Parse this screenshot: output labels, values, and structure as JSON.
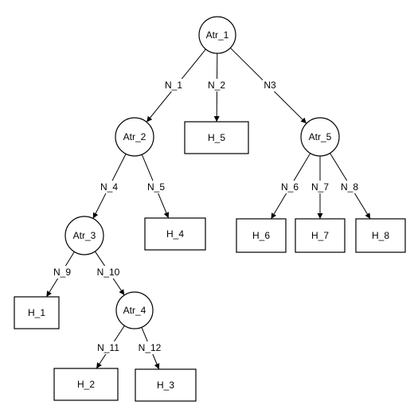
{
  "diagram": {
    "nodes": [
      {
        "id": "atr1",
        "label": "Atr_1",
        "shape": "circle"
      },
      {
        "id": "atr2",
        "label": "Atr_2",
        "shape": "circle"
      },
      {
        "id": "h5",
        "label": "H_5",
        "shape": "rect"
      },
      {
        "id": "atr5",
        "label": "Atr_5",
        "shape": "circle"
      },
      {
        "id": "atr3",
        "label": "Atr_3",
        "shape": "circle"
      },
      {
        "id": "h4",
        "label": "H_4",
        "shape": "rect"
      },
      {
        "id": "h6",
        "label": "H_6",
        "shape": "rect"
      },
      {
        "id": "h7",
        "label": "H_7",
        "shape": "rect"
      },
      {
        "id": "h8",
        "label": "H_8",
        "shape": "rect"
      },
      {
        "id": "h1",
        "label": "H_1",
        "shape": "rect"
      },
      {
        "id": "atr4",
        "label": "Atr_4",
        "shape": "circle"
      },
      {
        "id": "h2",
        "label": "H_2",
        "shape": "rect"
      },
      {
        "id": "h3",
        "label": "H_3",
        "shape": "rect"
      }
    ],
    "edges": [
      {
        "id": "e1",
        "from": "atr1",
        "to": "atr2",
        "label": "N_1"
      },
      {
        "id": "e2",
        "from": "atr1",
        "to": "h5",
        "label": "N_2"
      },
      {
        "id": "e3",
        "from": "atr1",
        "to": "atr5",
        "label": "N3"
      },
      {
        "id": "e4",
        "from": "atr2",
        "to": "atr3",
        "label": "N_4"
      },
      {
        "id": "e5",
        "from": "atr2",
        "to": "h4",
        "label": "N_5"
      },
      {
        "id": "e6",
        "from": "atr5",
        "to": "h6",
        "label": "N_6"
      },
      {
        "id": "e7",
        "from": "atr5",
        "to": "h7",
        "label": "N_7"
      },
      {
        "id": "e8",
        "from": "atr5",
        "to": "h8",
        "label": "N_8"
      },
      {
        "id": "e9",
        "from": "atr3",
        "to": "h1",
        "label": "N_9"
      },
      {
        "id": "e10",
        "from": "atr3",
        "to": "atr4",
        "label": "N_10"
      },
      {
        "id": "e11",
        "from": "atr4",
        "to": "h2",
        "label": "N_11"
      },
      {
        "id": "e12",
        "from": "atr4",
        "to": "h3",
        "label": "N_12"
      }
    ]
  }
}
